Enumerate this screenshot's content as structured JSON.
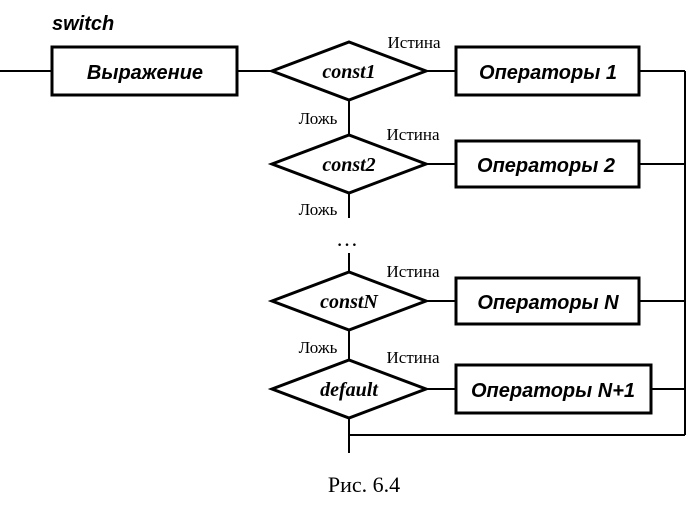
{
  "title": "switch",
  "expression_box": "Выражение",
  "cases": [
    {
      "condition": "const1",
      "true_label": "Истина",
      "false_label": "Ложь",
      "operators": "Операторы 1"
    },
    {
      "condition": "const2",
      "true_label": "Истина",
      "false_label": "Ложь",
      "operators": "Операторы 2"
    },
    {
      "condition": "constN",
      "true_label": "Истина",
      "false_label": "Ложь",
      "operators": "Операторы N"
    },
    {
      "condition": "default",
      "true_label": "Истина",
      "operators": "Операторы N+1"
    }
  ],
  "ellipsis": "…",
  "caption": "Рис. 6.4"
}
